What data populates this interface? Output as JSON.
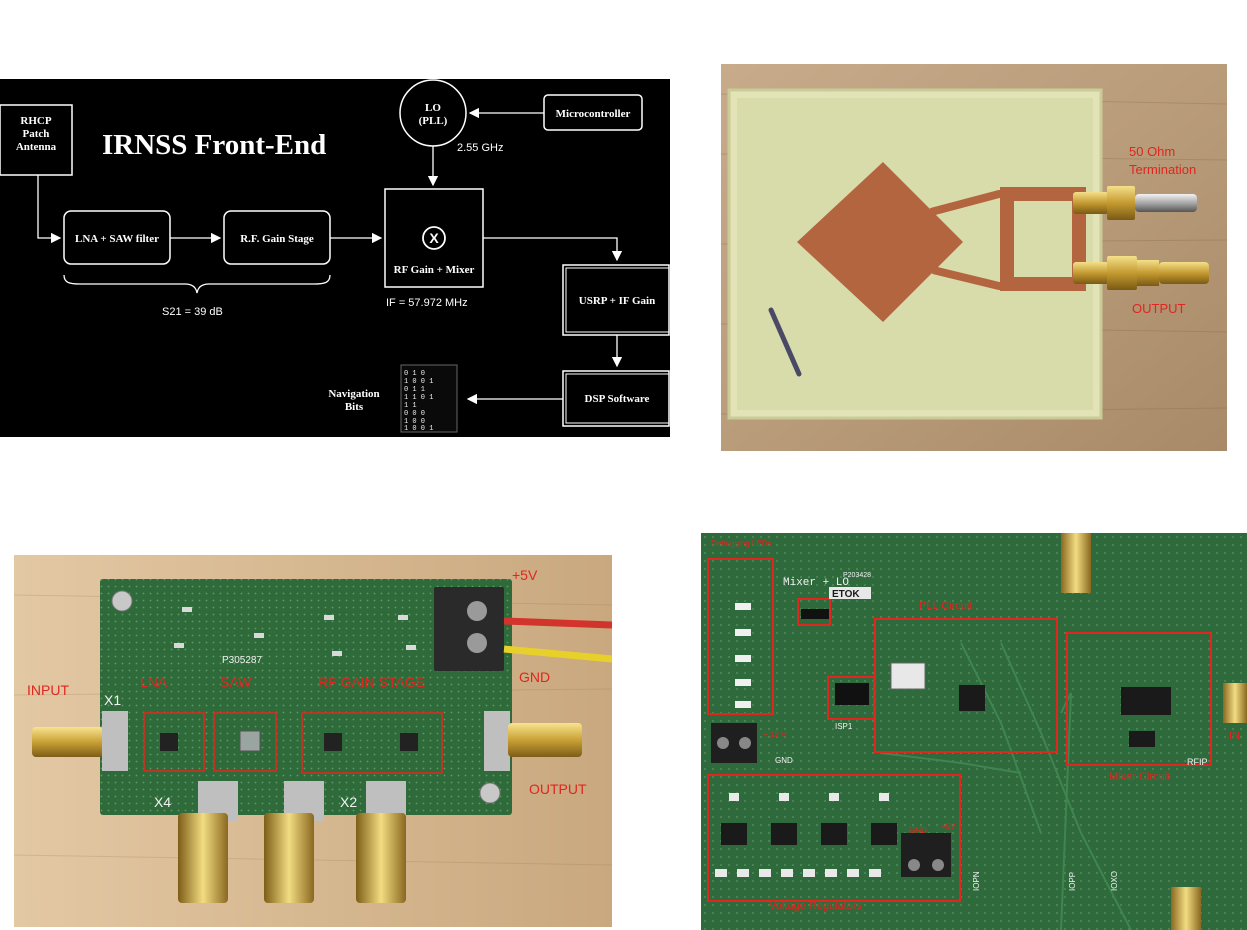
{
  "block_diagram": {
    "title": "IRNSS Front-End",
    "antenna_label": [
      "RHCP",
      "Patch",
      "Antenna"
    ],
    "lo_label": [
      "LO",
      "(PLL)"
    ],
    "microcontroller_label": "Microcontroller",
    "lo_freq": "2.55 GHz",
    "lna_label": "LNA + SAW filter",
    "rf_gain_label": "R.F. Gain Stage",
    "mixer_symbol": "X",
    "mixer_label": "RF Gain + Mixer",
    "s21_label": "S21 = 39 dB",
    "if_label": "IF = 57.972 MHz",
    "usrp_label": "USRP + IF Gain",
    "dsp_label": "DSP Software",
    "nav_label": [
      "Navigation",
      "Bits"
    ],
    "bits_rows": [
      "0 1   0",
      "1   0 0 1",
      "0   1 1",
      "  1 1 0 1",
      "1   1",
      "0 0 0",
      "1 0   0",
      "1   0 0 1"
    ]
  },
  "antenna_photo": {
    "termination_label": [
      "50 Ohm",
      "Termination"
    ],
    "output_label": "OUTPUT",
    "colors": {
      "board": "#d9ddb0",
      "copper": "#b3653f",
      "label": "#e0261e"
    }
  },
  "lna_board": {
    "power_label": "+5V",
    "gnd_label": "GND",
    "input_label": "INPUT",
    "output_label": "OUTPUT",
    "section_lna": "LNA",
    "section_saw": "SAW",
    "section_rf": "RF GAIN STAGE",
    "silk_x1": "X1",
    "silk_x2": "X2",
    "silk_x4": "X4",
    "silk_partno": "P305287",
    "colors": {
      "pcb": "#2f6b3a",
      "label": "#e0261e"
    }
  },
  "mixer_board": {
    "debug_leds_label": "Debugging LEDs",
    "board_title": "Mixer + LO",
    "board_id": "P203428",
    "pll_label": "PLL Circuit",
    "mixer_circuit_label": "Mixer Circuit",
    "voltage_reg_label": "Voltage Regulators",
    "v12_label": "+ 12 V",
    "gnd_label": "GND",
    "gnd2_label": "GND",
    "v5_label": "+5V",
    "isp_label": "ISP1",
    "etok_label": "ETOK",
    "rfip_label": "RFIP",
    "in_label": "IN",
    "silk_iopn": "IOPN",
    "silk_iopp": "IOPP",
    "silk_ioxo": "IOXO",
    "colors": {
      "pcb": "#2f6a3c",
      "label": "#e0261e"
    }
  }
}
